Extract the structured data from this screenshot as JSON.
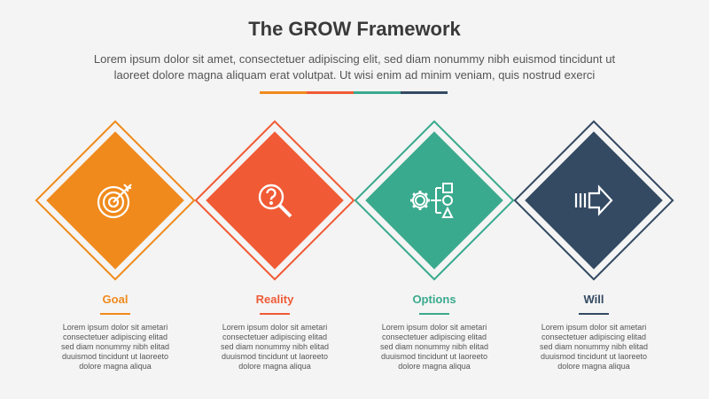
{
  "title": "The GROW Framework",
  "subtitle_line1": "Lorem ipsum dolor sit amet, consectetuer adipiscing elit, sed diam nonummy nibh euismod tincidunt ut",
  "subtitle_line2": "laoreet dolore magna aliquam erat volutpat. Ut wisi enim ad minim veniam, quis nostrud exerci",
  "colors": {
    "goal": "#f08a1c",
    "reality": "#f05b36",
    "options": "#3aaa8e",
    "will": "#344a63"
  },
  "stages": [
    {
      "label": "Goal",
      "icon": "target-icon",
      "desc": [
        "Lorem ipsum dolor sit ametari",
        "consectetuer adipiscing elitad",
        "sed diam nonummy nibh elitad",
        "duuismod tincidunt ut laoreeto",
        "dolore magna aliqua"
      ]
    },
    {
      "label": "Reality",
      "icon": "magnifier-question-icon",
      "desc": [
        "Lorem ipsum dolor sit ametari",
        "consectetuer adipiscing elitad",
        "sed diam nonummy nibh elitad",
        "duuismod tincidunt ut laoreeto",
        "dolore magna aliqua"
      ]
    },
    {
      "label": "Options",
      "icon": "gear-options-icon",
      "desc": [
        "Lorem ipsum dolor sit ametari",
        "consectetuer adipiscing elitad",
        "sed diam nonummy nibh elitad",
        "duuismod tincidunt ut laoreeto",
        "dolore magna aliqua"
      ]
    },
    {
      "label": "Will",
      "icon": "arrow-right-icon",
      "desc": [
        "Lorem ipsum dolor sit ametari",
        "consectetuer adipiscing elitad",
        "sed diam nonummy nibh elitad",
        "duuismod tincidunt ut laoreeto",
        "dolore magna aliqua"
      ]
    }
  ]
}
